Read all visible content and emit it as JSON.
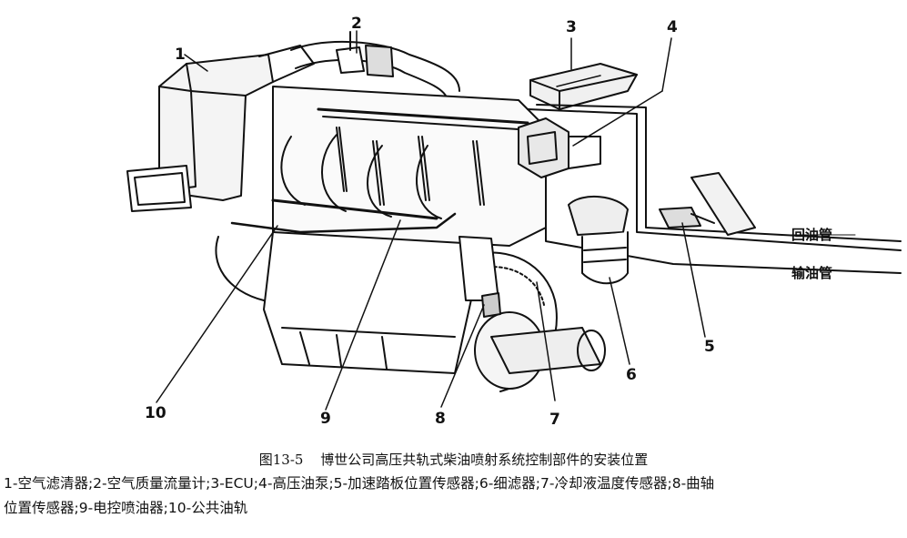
{
  "callouts": [
    {
      "num": "1"
    },
    {
      "num": "2"
    },
    {
      "num": "3"
    },
    {
      "num": "4"
    },
    {
      "num": "5"
    },
    {
      "num": "6"
    },
    {
      "num": "7"
    },
    {
      "num": "8"
    },
    {
      "num": "9"
    },
    {
      "num": "10"
    }
  ],
  "side_labels": {
    "return_pipe": "回油管",
    "supply_pipe": "输油管"
  },
  "caption": {
    "figure_number": "图13-5",
    "title": "博世公司高压共轨式柴油喷射系统控制部件的安装位置"
  },
  "legend": {
    "line1": "1-空气滤清器;2-空气质量流量计;3-ECU;4-高压油泵;5-加速踏板位置传感器;6-细滤器;7-冷却液温度传感器;8-曲轴",
    "line2": "位置传感器;9-电控喷油器;10-公共油轨"
  }
}
